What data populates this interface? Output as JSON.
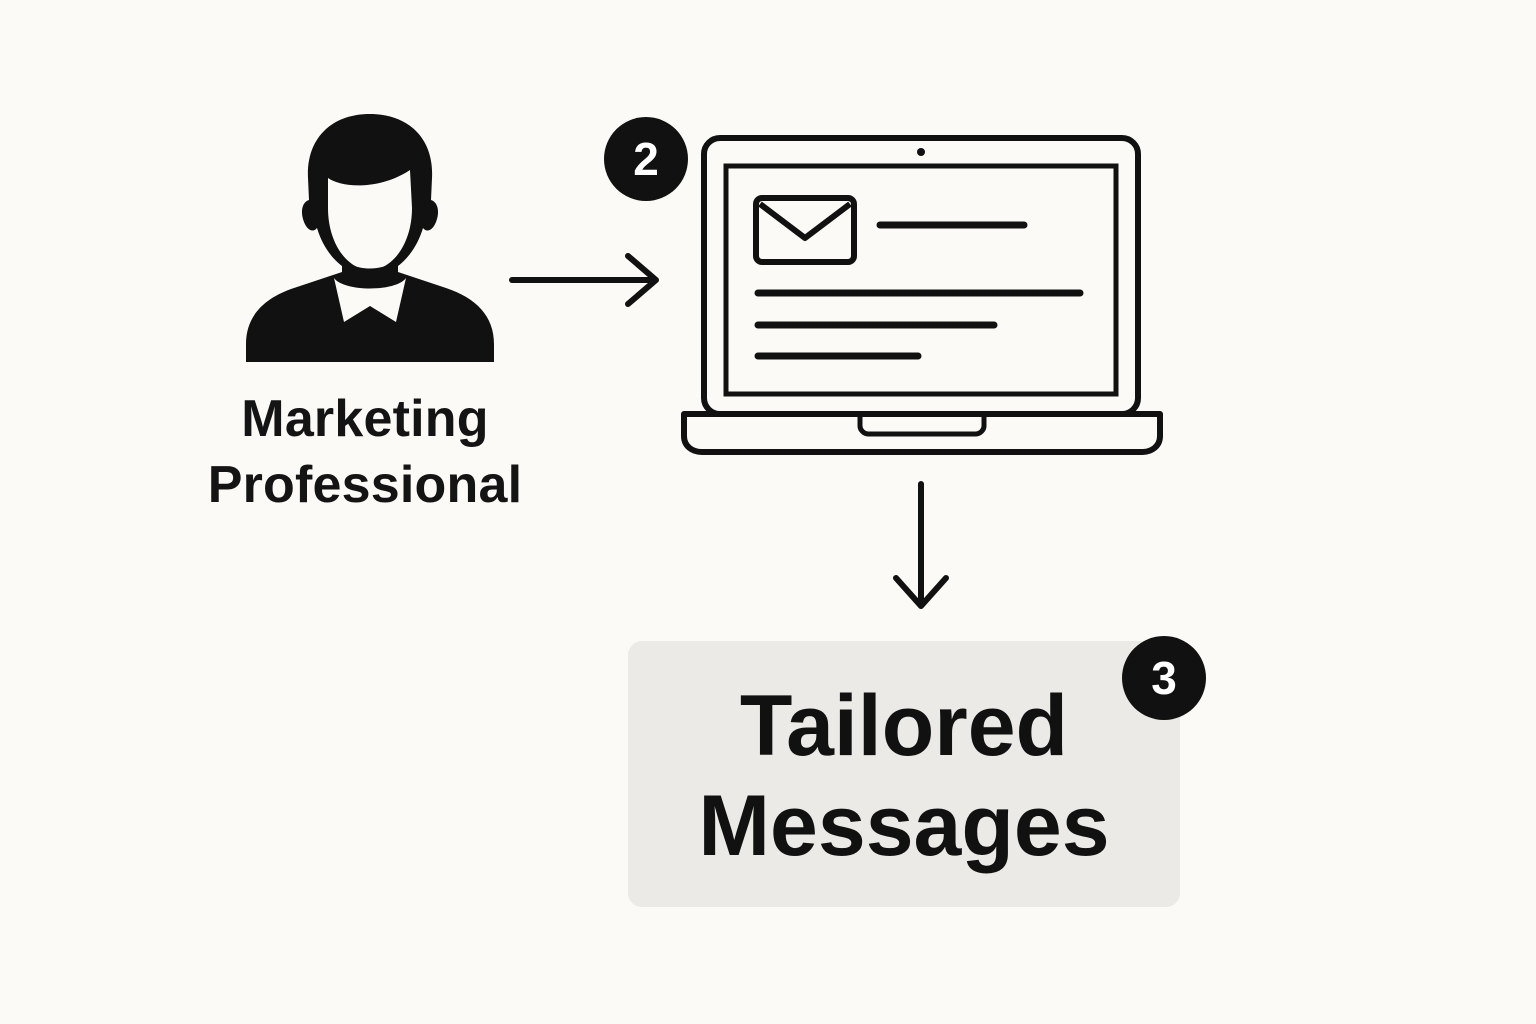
{
  "diagram": {
    "person": {
      "icon": "user-silhouette-icon",
      "label_line1": "Marketing",
      "label_line2": "Professional"
    },
    "laptop": {
      "icon": "laptop-email-icon"
    },
    "badges": {
      "step2": "2",
      "step3": "3"
    },
    "result": {
      "label_line1": "Tailored",
      "label_line2": "Messages"
    },
    "colors": {
      "background": "#fbfaf7",
      "ink": "#111111",
      "box": "#ebeae6"
    }
  }
}
